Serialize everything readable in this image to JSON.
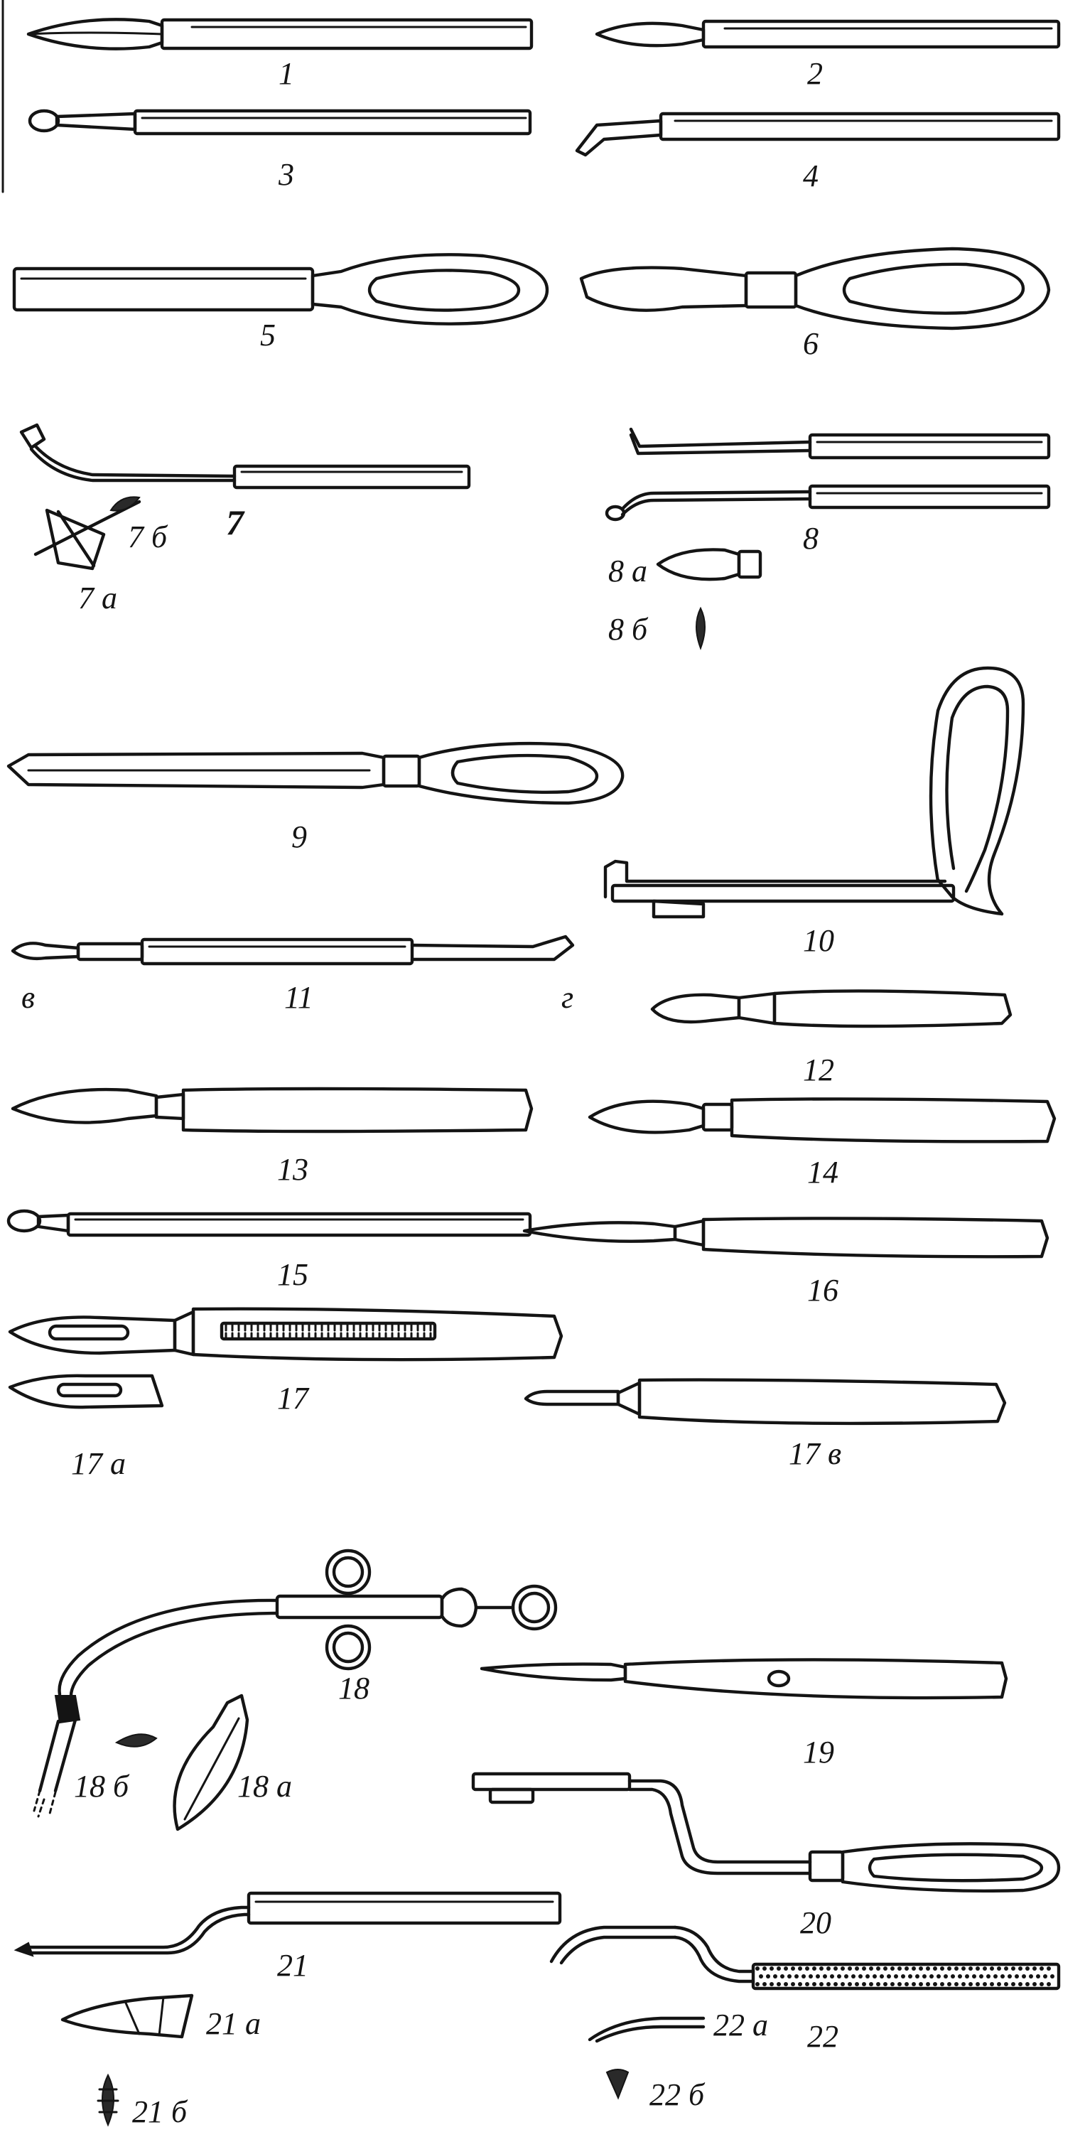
{
  "labels": {
    "n1": "1",
    "n2": "2",
    "n3": "3",
    "n4": "4",
    "n5": "5",
    "n6": "6",
    "n7": "7",
    "n7a": "7 а",
    "n7b": "7 б",
    "n8": "8",
    "n8a": "8 а",
    "n8b": "8 б",
    "n9": "9",
    "n10": "10",
    "n11": "11",
    "n11v": "в",
    "n11g": "г",
    "n12": "12",
    "n13": "13",
    "n14": "14",
    "n15": "15",
    "n16": "16",
    "n17": "17",
    "n17a": "17 а",
    "n17v": "17 в",
    "n18": "18",
    "n18a": "18 а",
    "n18b": "18 б",
    "n19": "19",
    "n20": "20",
    "n21": "21",
    "n21a": "21 а",
    "n21b": "21 б",
    "n22": "22",
    "n22a": "22 а",
    "n22b": "22 б"
  }
}
